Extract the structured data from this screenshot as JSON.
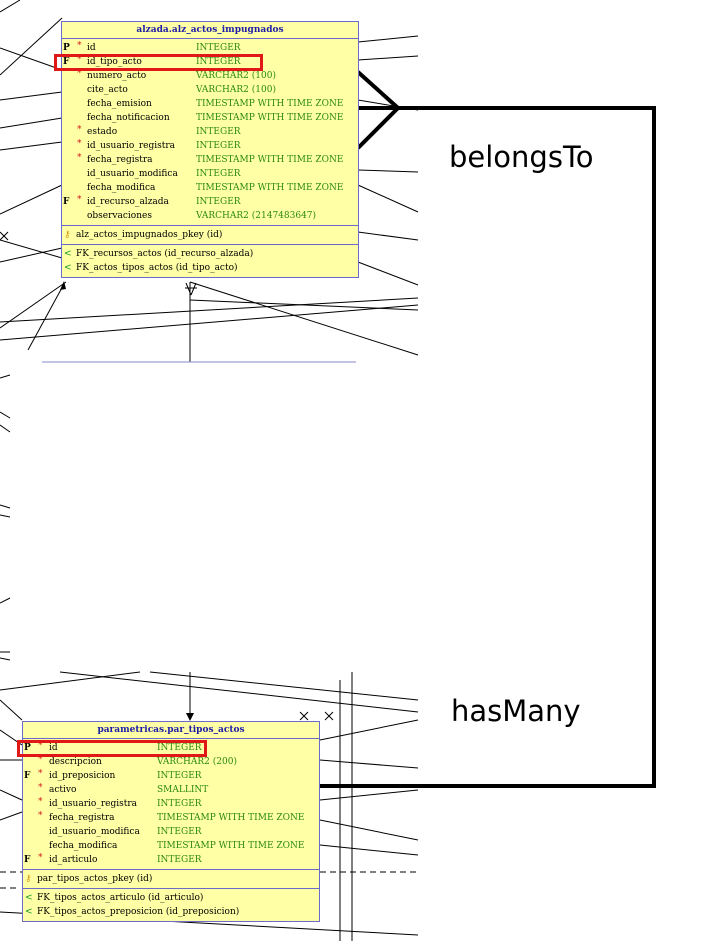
{
  "entities": [
    {
      "title": "alzada.alz_actos_impugnados",
      "columns": [
        {
          "key": "P",
          "required": true,
          "name": "id",
          "type": "INTEGER"
        },
        {
          "key": "F",
          "required": true,
          "name": "id_tipo_acto",
          "type": "INTEGER"
        },
        {
          "key": "",
          "required": true,
          "name": "numero_acto",
          "type": "VARCHAR2 (100)"
        },
        {
          "key": "",
          "required": false,
          "name": "cite_acto",
          "type": "VARCHAR2 (100)"
        },
        {
          "key": "",
          "required": false,
          "name": "fecha_emision",
          "type": "TIMESTAMP WITH TIME ZONE"
        },
        {
          "key": "",
          "required": false,
          "name": "fecha_notificacion",
          "type": "TIMESTAMP WITH TIME ZONE"
        },
        {
          "key": "",
          "required": true,
          "name": "estado",
          "type": "INTEGER"
        },
        {
          "key": "",
          "required": true,
          "name": "id_usuario_registra",
          "type": "INTEGER"
        },
        {
          "key": "",
          "required": true,
          "name": "fecha_registra",
          "type": "TIMESTAMP WITH TIME ZONE"
        },
        {
          "key": "",
          "required": false,
          "name": "id_usuario_modifica",
          "type": "INTEGER"
        },
        {
          "key": "",
          "required": false,
          "name": "fecha_modifica",
          "type": "TIMESTAMP WITH TIME ZONE"
        },
        {
          "key": "F",
          "required": true,
          "name": "id_recurso_alzada",
          "type": "INTEGER"
        },
        {
          "key": "",
          "required": false,
          "name": "observaciones",
          "type": "VARCHAR2 (2147483647)"
        }
      ],
      "pkey": "alz_actos_impugnados_pkey (id)",
      "fks": [
        "FK_recursos_actos (id_recurso_alzada)",
        "FK_actos_tipos_actos (id_tipo_acto)"
      ]
    },
    {
      "title": "parametricas.par_tipos_actos",
      "columns": [
        {
          "key": "P",
          "required": true,
          "name": "id",
          "type": "INTEGER"
        },
        {
          "key": "",
          "required": true,
          "name": "descripcion",
          "type": "VARCHAR2 (200)"
        },
        {
          "key": "F",
          "required": true,
          "name": "id_preposicion",
          "type": "INTEGER"
        },
        {
          "key": "",
          "required": true,
          "name": "activo",
          "type": "SMALLINT"
        },
        {
          "key": "",
          "required": true,
          "name": "id_usuario_registra",
          "type": "INTEGER"
        },
        {
          "key": "",
          "required": true,
          "name": "fecha_registra",
          "type": "TIMESTAMP WITH TIME ZONE"
        },
        {
          "key": "",
          "required": false,
          "name": "id_usuario_modifica",
          "type": "INTEGER"
        },
        {
          "key": "",
          "required": false,
          "name": "fecha_modifica",
          "type": "TIMESTAMP WITH TIME ZONE"
        },
        {
          "key": "F",
          "required": true,
          "name": "id_articulo",
          "type": "INTEGER"
        }
      ],
      "pkey": "par_tipos_actos_pkey (id)",
      "fks": [
        "FK_tipos_actos_articulo (id_articulo)",
        "FK_tipos_actos_preposicion (id_preposicion)"
      ]
    }
  ],
  "relations": {
    "belongs_to": "belongsTo",
    "has_many": "hasMany"
  },
  "colors": {
    "entity_bg": "#ffffa6",
    "entity_border": "#6b6bc9",
    "title_text": "#1c1ca8",
    "type_text": "#2c8a13",
    "required_marker": "#d11a1a",
    "highlight": "#e01818"
  }
}
